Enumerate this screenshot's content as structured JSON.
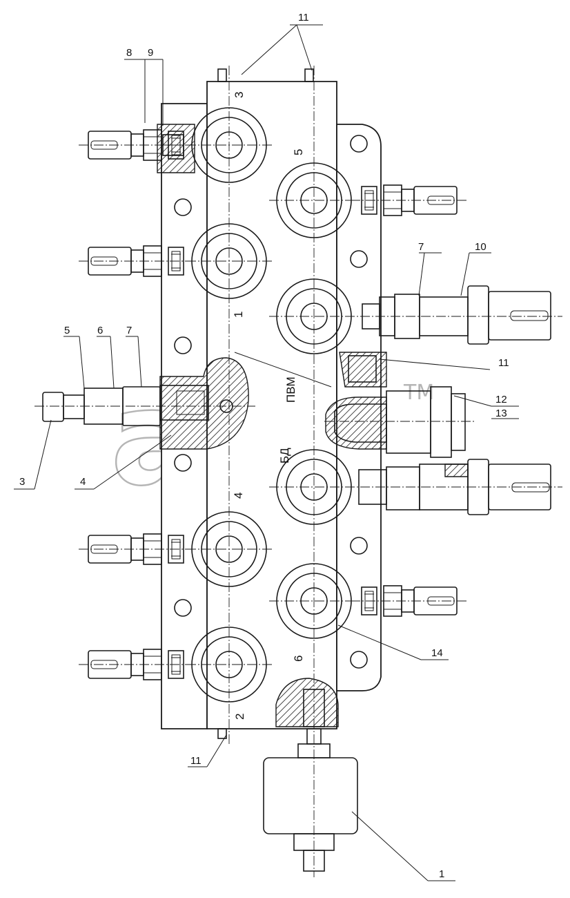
{
  "title_marks": {
    "port_3": "3",
    "port_5": "5",
    "port_1": "1",
    "port_4": "4",
    "port_6": "6",
    "port_2": "2",
    "inscription_pvm": "ПВМ",
    "inscription_bd": "БД"
  },
  "callouts": {
    "c1": "1",
    "c3": "3",
    "c4": "4",
    "c5": "5",
    "c6": "6",
    "c7a": "7",
    "c7b": "7",
    "c8": "8",
    "c9": "9",
    "c10": "10",
    "c11_top": "11",
    "c11_mid": "11",
    "c11_bottom": "11",
    "c12": "12",
    "c13": "13",
    "c14": "14"
  },
  "watermark": {
    "text": "ТМ"
  }
}
